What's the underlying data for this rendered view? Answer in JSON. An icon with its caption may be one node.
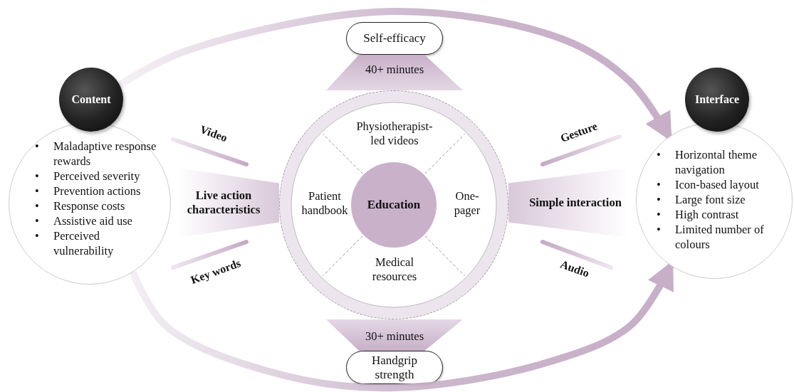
{
  "diagram": {
    "nodes": [
      {
        "text": [
          "Self-efficacy"
        ]
      },
      {
        "text": [
          "40+ minutes"
        ]
      },
      {
        "text": [
          "Content"
        ]
      },
      {
        "text": [
          "• Maladaptive response rewards",
          "• Perceived severity",
          "• Prevention actions",
          "• Response costs",
          "• Assistive aid use",
          "• Perceived vulnerability"
        ]
      },
      {
        "text": [
          "Live action characteristics"
        ]
      },
      {
        "text": [
          "Physiotherapist-led videos",
          "Patient handbook",
          "One-pager",
          "Medical resources"
        ]
      },
      {
        "text": [
          "Education"
        ],
        "in": 5
      },
      {
        "text": [
          "Simple interaction"
        ]
      },
      {
        "text": [
          "Interface"
        ]
      },
      {
        "text": [
          "• Horizontal theme navigation",
          "• Icon-based layout",
          "• Large font size",
          "• High contrast",
          "• Limited number of colours"
        ]
      },
      {
        "text": [
          "30+ minutes"
        ]
      },
      {
        "text": [
          "Handgrip strength"
        ]
      }
    ],
    "edges": [
      {
        "from": 2,
        "to": 9,
        "arrow": "to",
        "style": "thick"
      },
      {
        "from": 3,
        "to": 9,
        "arrow": "to",
        "style": "thick"
      }
    ],
    "labels": [
      "Video",
      "Key words",
      "Gesture",
      "Audio"
    ]
  }
}
